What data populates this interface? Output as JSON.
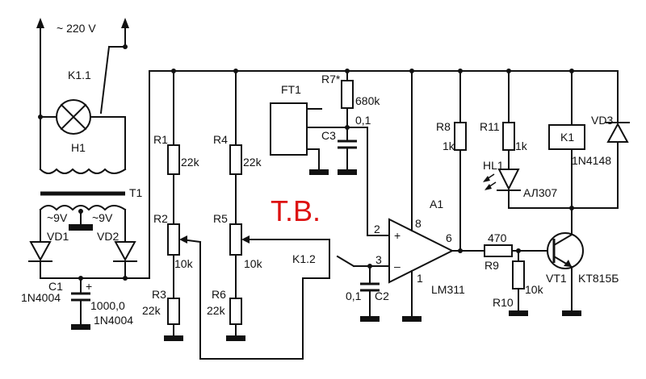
{
  "labels": {
    "mains": "~ 220 V",
    "k11": "K1.1",
    "h1": "H1",
    "t1": "T1",
    "sec_left": "~9V",
    "sec_right": "~9V",
    "vd1": "VD1",
    "vd2": "VD2",
    "c1": "C1",
    "c1_plus": "+",
    "c1_val": "1000,0",
    "diode_left": "1N4004",
    "diode_right": "1N4004",
    "r1": "R1",
    "r1_val": "22k",
    "r2": "R2",
    "r2_val": "10k",
    "r3": "R3",
    "r3_val": "22k",
    "r4": "R4",
    "r4_val": "22k",
    "r5": "R5",
    "r5_val": "10k",
    "r6": "R6",
    "r6_val": "22k",
    "ft1": "FT1",
    "r7": "R7*",
    "r7_val": "680k",
    "c3": "C3",
    "c3_val": "0,1",
    "tv": "T.B.",
    "k12": "K1.2",
    "pin2": "2",
    "pin3": "3",
    "pin8": "8",
    "pin6": "6",
    "pin1": "1",
    "plus": "+",
    "minus": "–",
    "a1": "A1",
    "lm311": "LM311",
    "c2_val": "0,1",
    "c2": "C2",
    "r8": "R8",
    "r8_val": "1k",
    "r11": "R11",
    "r11_val": "1k",
    "hl1": "HL1",
    "al307": "АЛ307",
    "k1": "K1",
    "vd3": "VD3",
    "vd3_type": "1N4148",
    "r9_val": "470",
    "r9": "R9",
    "r10_val": "10k",
    "r10": "R10",
    "vt1": "VT1",
    "vt1_type": "KT815Б"
  }
}
